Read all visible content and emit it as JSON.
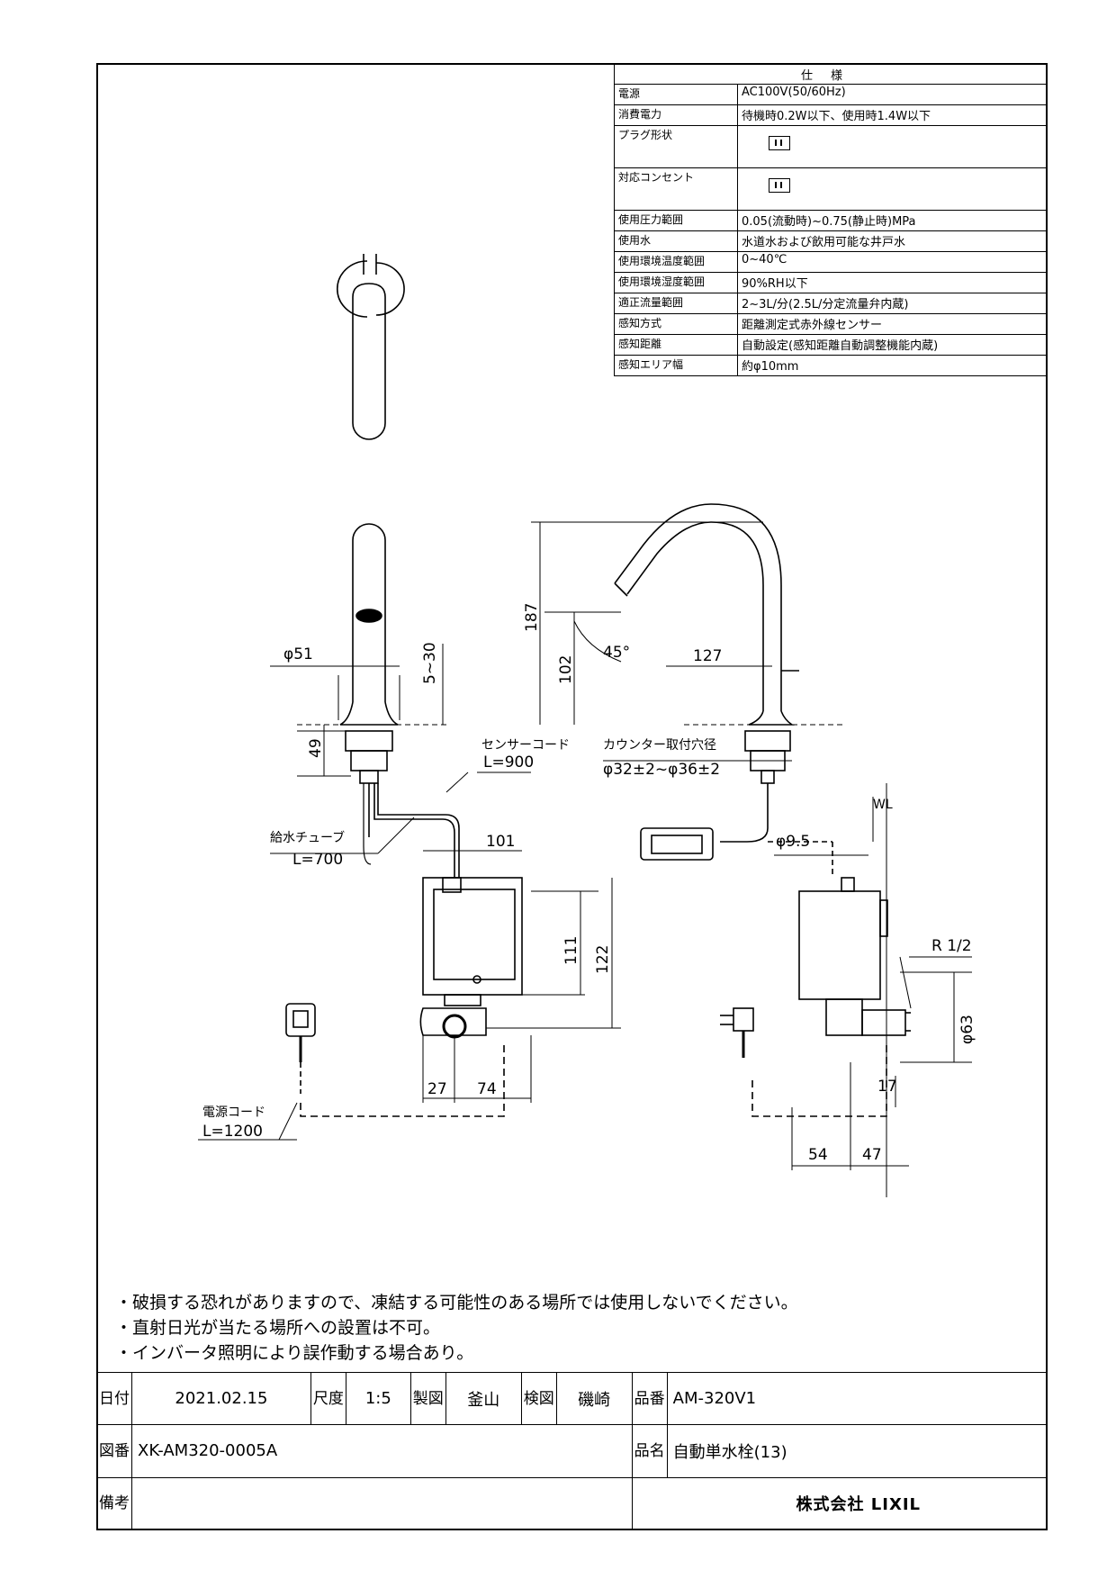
{
  "spec": {
    "title": "仕様",
    "rows": [
      {
        "label": "電源",
        "value": "AC100V(50/60Hz)"
      },
      {
        "label": "消費電力",
        "value": "待機時0.2W以下、使用時1.4W以下"
      },
      {
        "label": "プラグ形状",
        "value": ""
      },
      {
        "label": "対応コンセント",
        "value": ""
      },
      {
        "label": "使用圧力範囲",
        "value": "0.05(流動時)~0.75(静止時)MPa"
      },
      {
        "label": "使用水",
        "value": "水道水および飲用可能な井戸水"
      },
      {
        "label": "使用環境温度範囲",
        "value": "0~40℃"
      },
      {
        "label": "使用環境湿度範囲",
        "value": "90%RH以下"
      },
      {
        "label": "適正流量範囲",
        "value": "2~3L/分(2.5L/分定流量弁内蔵)"
      },
      {
        "label": "感知方式",
        "value": "距離測定式赤外線センサー"
      },
      {
        "label": "感知距離",
        "value": "自動設定(感知距離自動調整機能内蔵)"
      },
      {
        "label": "感知エリア幅",
        "value": "約φ10mm"
      }
    ]
  },
  "drawing": {
    "dim_51": "φ51",
    "dim_5_30": "5~30",
    "dim_49": "49",
    "dim_187": "187",
    "dim_102": "102",
    "dim_45": "45°",
    "dim_127": "127",
    "sensor_cord": "センサーコード",
    "sensor_cord_len": "L=900",
    "counter_hole": "カウンター取付穴径",
    "counter_hole_dim": "φ32±2~φ36±2",
    "supply_tube": "給水チューブ",
    "supply_tube_len": "L=700",
    "dim_101": "101",
    "dim_111": "111",
    "dim_122": "122",
    "dim_27": "27",
    "dim_74": "74",
    "dim_9_5": "φ9.5",
    "wl": "WL",
    "r_half": "R 1/2",
    "dim_63": "φ63",
    "dim_17": "17",
    "dim_54": "54",
    "dim_47": "47",
    "power_cord": "電源コード",
    "power_cord_len": "L=1200"
  },
  "notes": [
    "・破損する恐れがありますので、凍結する可能性のある場所では使用しないでください。",
    "・直射日光が当たる場所への設置は不可。",
    "・インバータ照明により誤作動する場合あり。"
  ],
  "title_block": {
    "date_label": "日付",
    "date": "2021.02.15",
    "scale_label": "尺度",
    "scale": "1:5",
    "drawn_label": "製図",
    "drawn": "釜山",
    "checked_label": "検図",
    "checked": "磯崎",
    "product_no_label": "品番",
    "product_no": "AM-320V1",
    "drawing_no_label": "図番",
    "drawing_no": "XK-AM320-0005A",
    "product_name_label": "品名",
    "product_name": "自動単水栓(13)",
    "remarks_label": "備考",
    "company": "株式会社 LIXIL"
  }
}
